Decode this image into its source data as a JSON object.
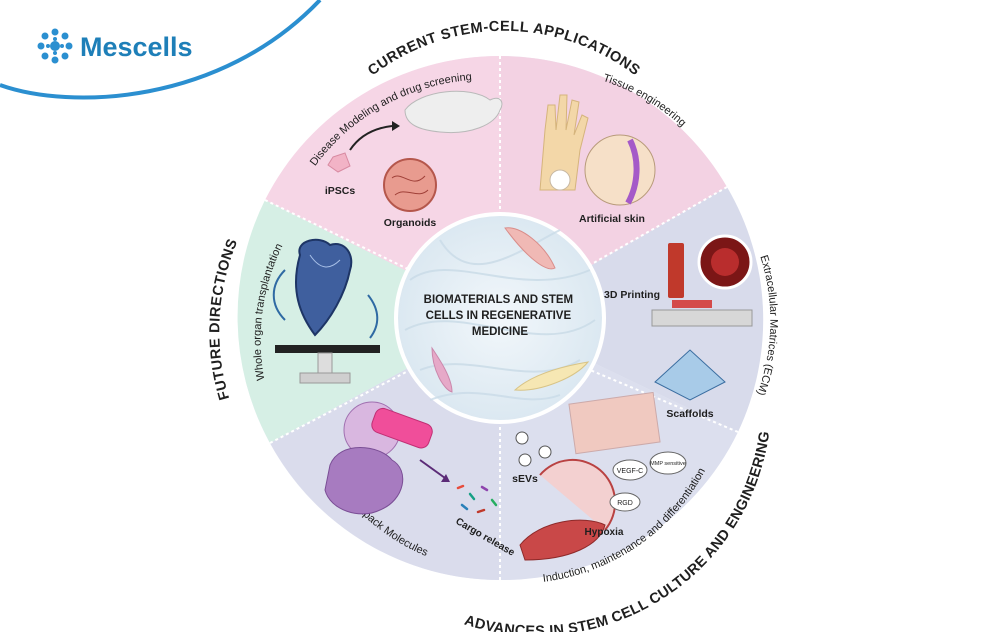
{
  "brand": {
    "name": "Mescells",
    "accent": "#1e7fb8",
    "arc_color": "#2b8fd0"
  },
  "diagram": {
    "center_title": [
      "BIOMATERIALS AND STEM",
      "CELLS IN REGENERATIVE",
      "MEDICINE"
    ],
    "outer_headings": {
      "top": "CURRENT STEM-CELL APPLICATIONS",
      "left": "FUTURE DIRECTIONS",
      "bottom_right": "ADVANCES IN STEM CELL CULTURE AND ENGINEERING"
    },
    "sectors": {
      "disease_modeling": {
        "title": "Disease Modeling and drug screening",
        "labels": [
          "iPSCs",
          "Organoids"
        ],
        "color": "#f6d6e6"
      },
      "tissue_engineering": {
        "title": "Tissue engineering",
        "labels": [
          "Artificial skin"
        ],
        "color": "#f4d3e4"
      },
      "ecm": {
        "title": "Extracellular Matrices (ECM)",
        "labels": [
          "3D Printing",
          "Scaffolds"
        ],
        "color": "#d9dcec"
      },
      "culture": {
        "title": "Induction, maintenance and differentiation",
        "labels": [
          "sEVs",
          "Hypoxia",
          "VEGF-C",
          "RGD",
          "MMP sensitive"
        ],
        "color": "#dadded"
      },
      "backpack": {
        "title": "Backpack Molecules",
        "labels": [
          "Cargo release"
        ],
        "color": "#dcdeee"
      },
      "organ": {
        "title": "Whole organ transplantation",
        "color": "#d7efe6"
      }
    }
  }
}
